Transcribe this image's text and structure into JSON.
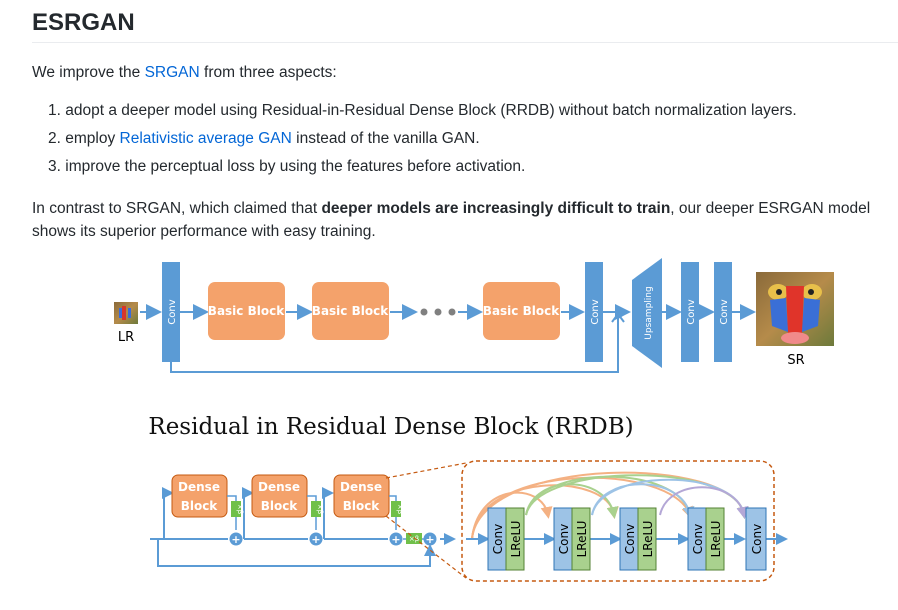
{
  "header": {
    "title": "ESRGAN"
  },
  "intro": {
    "before": "We improve the ",
    "link": "SRGAN",
    "after": " from three aspects:"
  },
  "aspects": [
    {
      "number": "1.",
      "before": "adopt a deeper model using Residual-in-Residual Dense Block (RRDB) without batch normalization layers.",
      "link": "",
      "after": ""
    },
    {
      "number": "2.",
      "before": "employ ",
      "link": "Relativistic average GAN",
      "after": " instead of the vanilla GAN."
    },
    {
      "number": "3.",
      "before": "improve the perceptual loss by using the features before activation.",
      "link": "",
      "after": ""
    }
  ],
  "contrast": {
    "before": "In contrast to SRGAN, which claimed that ",
    "bold": "deeper models are increasingly difficult to train",
    "after": ", our deeper ESRGAN model shows its superior performance with easy training."
  },
  "architecture": {
    "input_label": "LR",
    "output_label": "SR",
    "conv_label": "Conv",
    "basic_block_label": "Basic Block",
    "upsampling_label": "Upsampling",
    "dots": "• • •",
    "colors": {
      "conv": "#5b9bd5",
      "block": "#f4a26b",
      "arrow": "#5b9bd5",
      "text_white": "#ffffff"
    }
  },
  "rrdb": {
    "title": "Residual in Residual Dense Block (RRDB)",
    "dense_block_line1": "Dense",
    "dense_block_line2": "Block",
    "beta_label": "×β",
    "plus": "+",
    "conv_label": "Conv",
    "lrelu_label": "LReLU",
    "colors": {
      "conv": "#9dc3e6",
      "lrelu": "#a9d18e",
      "beta": "#70c04a",
      "dense": "#f4a26b",
      "dashed": "#c55a11"
    }
  }
}
